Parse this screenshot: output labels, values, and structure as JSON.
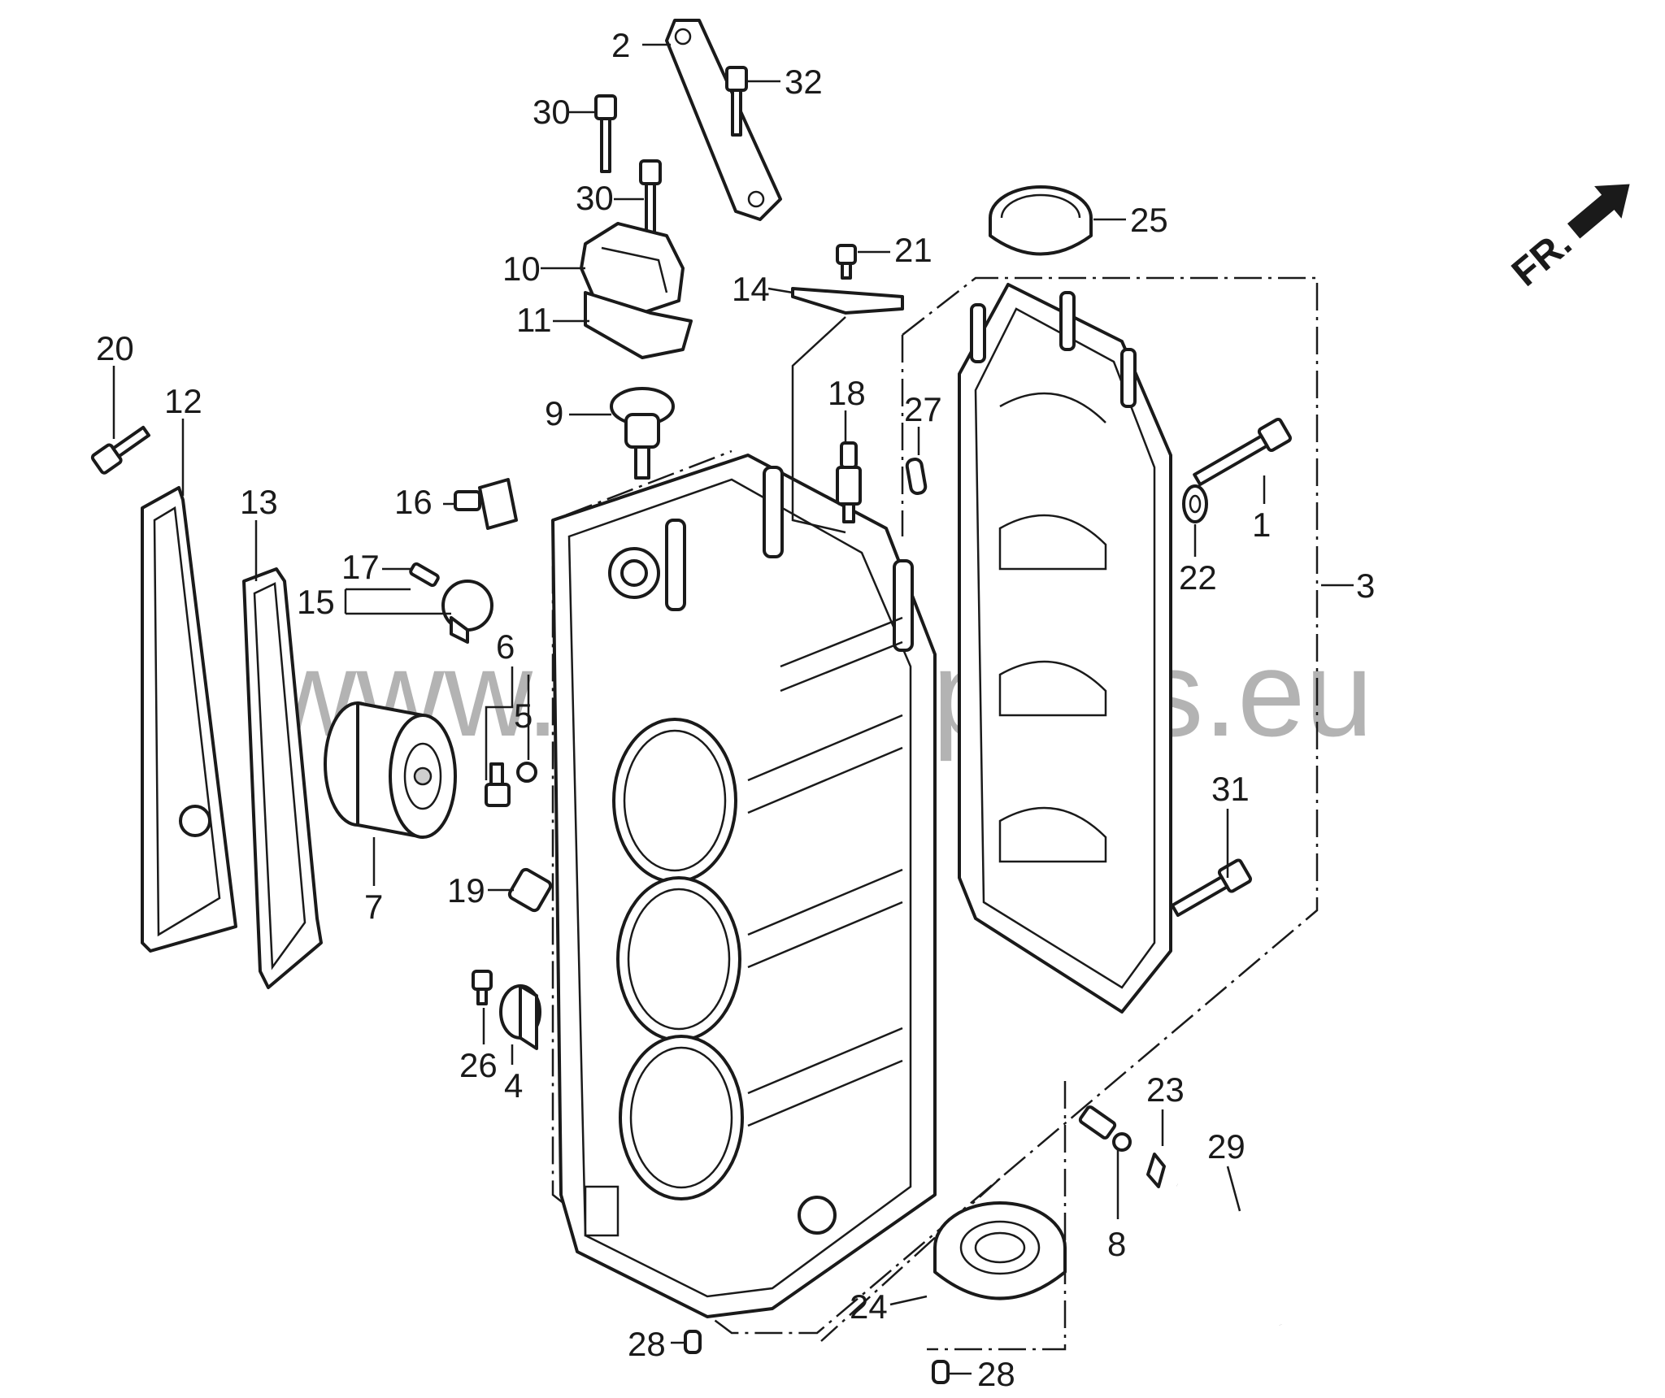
{
  "watermark": "www.marineparts.eu",
  "direction_label": "FR.",
  "callouts": {
    "c1": "1",
    "c2": "2",
    "c3": "3",
    "c4": "4",
    "c5": "5",
    "c6": "6",
    "c7": "7",
    "c8": "8",
    "c9": "9",
    "c10": "10",
    "c11": "11",
    "c12": "12",
    "c13": "13",
    "c14": "14",
    "c15": "15",
    "c16": "16",
    "c17": "17",
    "c18": "18",
    "c19": "19",
    "c20": "20",
    "c21": "21",
    "c22": "22",
    "c23": "23",
    "c24": "24",
    "c25": "25",
    "c26": "26",
    "c27": "27",
    "c28a": "28",
    "c28b": "28",
    "c29": "29",
    "c30a": "30",
    "c30b": "30",
    "c31": "31",
    "c32": "32"
  }
}
